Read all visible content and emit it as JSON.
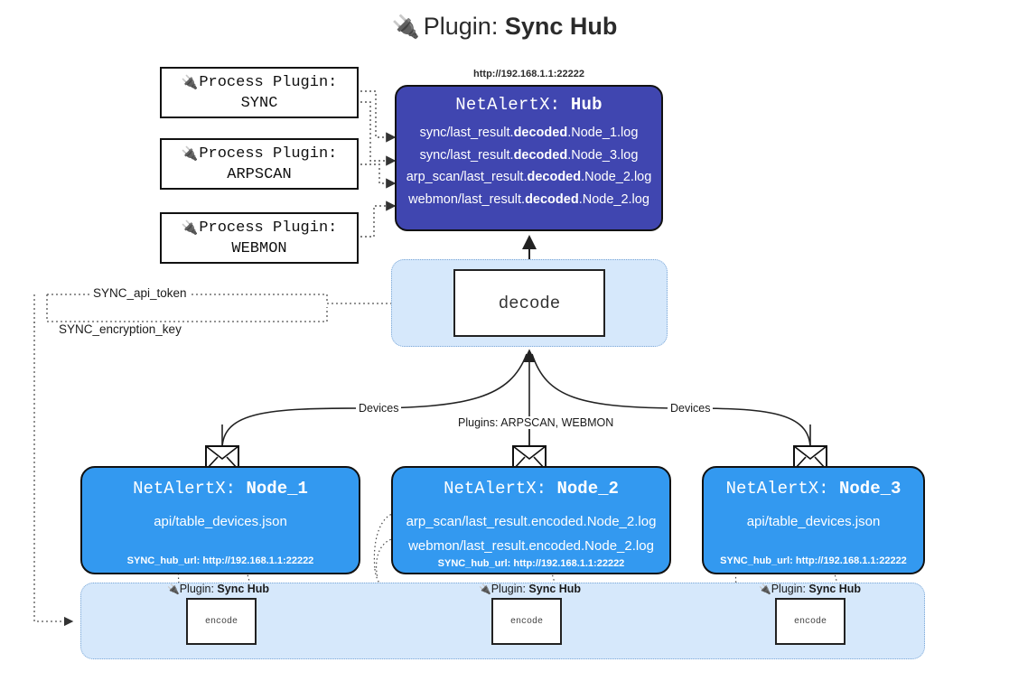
{
  "title": {
    "icon": "plug-icon",
    "prefix": "Plugin:",
    "name": "Sync Hub"
  },
  "colors": {
    "hub_fill": "#4046b0",
    "node_fill": "#3399f0",
    "container_fill": "#d6e8fb",
    "container_border": "#7aa6d6",
    "box_border": "#111111",
    "text_dark": "#1a1a1a",
    "text_light": "#ffffff"
  },
  "process_plugins": [
    {
      "icon": "plug-icon",
      "line1": "Process Plugin:",
      "line2": "SYNC"
    },
    {
      "icon": "plug-icon",
      "line1": "Process Plugin:",
      "line2": "ARPSCAN"
    },
    {
      "icon": "plug-icon",
      "line1": "Process Plugin:",
      "line2": "WEBMON"
    }
  ],
  "hub": {
    "url": "http://192.168.1.1:22222",
    "title_prefix": "NetAlertX:",
    "title_name": "Hub",
    "logs": [
      {
        "pre": "sync/last_result.",
        "mid": "decoded",
        "post": ".Node_1.log"
      },
      {
        "pre": "sync/last_result.",
        "mid": "decoded",
        "post": ".Node_3.log"
      },
      {
        "pre": "arp_scan/last_result.",
        "mid": "decoded",
        "post": ".Node_2.log"
      },
      {
        "pre": "webmon/last_result.",
        "mid": "decoded",
        "post": ".Node_2.log"
      }
    ]
  },
  "decode": {
    "label": "decode"
  },
  "tokens": [
    {
      "label": "SYNC_api_token"
    },
    {
      "label": "SYNC_encryption_key"
    }
  ],
  "edge_labels": {
    "devices_left": "Devices",
    "plugins_center": "Plugins: ARPSCAN, WEBMON",
    "devices_right": "Devices"
  },
  "nodes": [
    {
      "title_prefix": "NetAlertX:",
      "title_name": "Node_1",
      "lines": [
        "api/table_devices.json"
      ],
      "hub_url_label": "SYNC_hub_url: http://192.168.1.1:22222",
      "envelope_icon": "envelope-icon"
    },
    {
      "title_prefix": "NetAlertX:",
      "title_name": "Node_2",
      "lines": [
        "arp_scan/last_result.encoded.Node_2.log",
        "webmon/last_result.encoded.Node_2.log"
      ],
      "hub_url_label": "SYNC_hub_url: http://192.168.1.1:22222",
      "envelope_icon": "envelope-icon"
    },
    {
      "title_prefix": "NetAlertX:",
      "title_name": "Node_3",
      "lines": [
        "api/table_devices.json"
      ],
      "hub_url_label": "SYNC_hub_url: http://192.168.1.1:22222",
      "envelope_icon": "envelope-icon"
    }
  ],
  "encoders": [
    {
      "icon": "plug-icon",
      "label_prefix": "Plugin:",
      "label_name": "Sync Hub",
      "box_label": "encode"
    },
    {
      "icon": "plug-icon",
      "label_prefix": "Plugin:",
      "label_name": "Sync Hub",
      "box_label": "encode"
    },
    {
      "icon": "plug-icon",
      "label_prefix": "Plugin:",
      "label_name": "Sync Hub",
      "box_label": "encode"
    }
  ]
}
